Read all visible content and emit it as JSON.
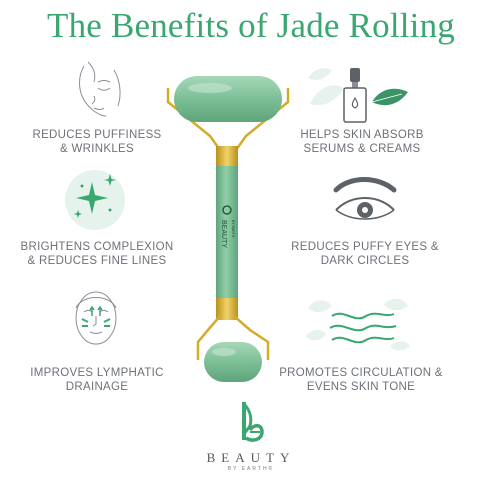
{
  "title": "The Benefits of Jade Rolling",
  "benefits": {
    "puffiness": [
      "REDUCES PUFFINESS",
      "& WRINKLES"
    ],
    "serums": [
      "HELPS SKIN ABSORB",
      "SERUMS & CREAMS"
    ],
    "complexion": [
      "BRIGHTENS COMPLEXION",
      "& REDUCES FINE LINES"
    ],
    "eyes": [
      "REDUCES PUFFY EYES &",
      "DARK CIRCLES"
    ],
    "lymphatic": [
      "IMPROVES LYMPHATIC",
      "DRAINAGE"
    ],
    "circulation": [
      "PROMOTES CIRCULATION &",
      "EVENS SKIN TONE"
    ]
  },
  "brand": {
    "name": "BEAUTY",
    "tagline": "BY EARTH®",
    "handle_name": "BEAUTY",
    "handle_tagline": "BY EARTH"
  },
  "icons": [
    "face-outline-icon",
    "serum-dropper-icon",
    "sparkle-icon",
    "eye-icon",
    "face-drainage-icon",
    "circulation-waves-icon",
    "beauty-logo-icon"
  ],
  "colors": {
    "jade": "#7cbf97",
    "green_accent": "#3aa771",
    "gold": "#d4ac2b",
    "text_gray": "#6c7178"
  }
}
